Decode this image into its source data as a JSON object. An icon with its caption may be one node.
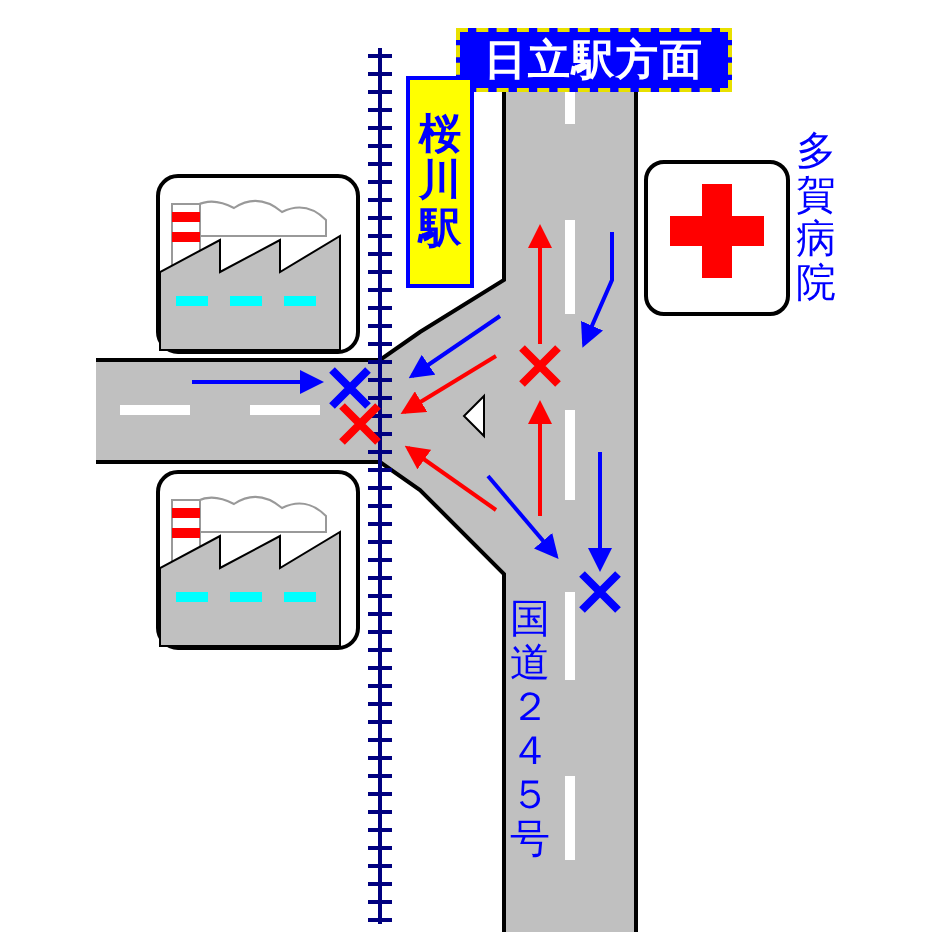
{
  "diagram": {
    "nodes": [
      {
        "text": [
          "日立駅方面"
        ]
      },
      {
        "text": [
          "桜川駅"
        ]
      }
    ],
    "labels": [
      "多賀病院",
      "国道２４５号"
    ]
  }
}
